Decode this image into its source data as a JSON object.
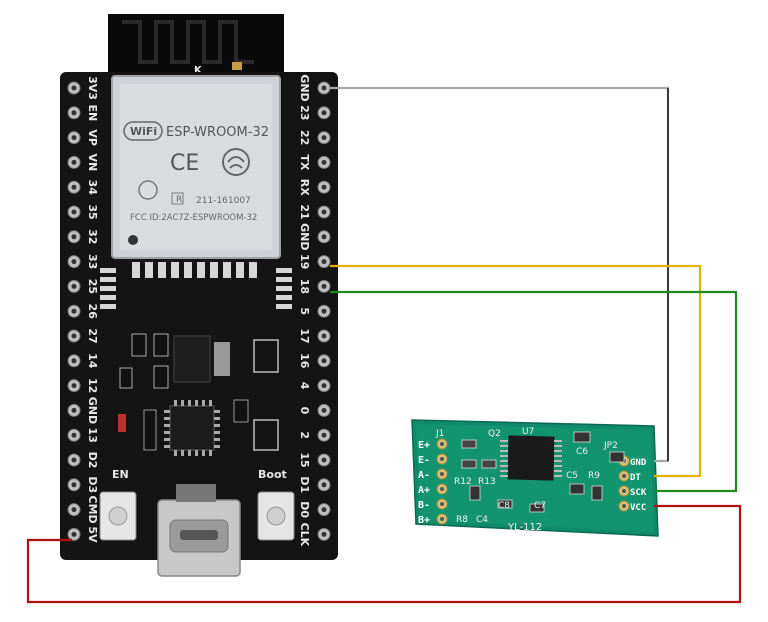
{
  "esp32": {
    "module_name": "ESP-WROOM-32",
    "wifi_logo": "WiFi",
    "ce_mark": "CE",
    "cert_code": "211-161007",
    "fcc_id": "FCC ID:2AC7Z-ESPWROOM-32",
    "r_mark": "R",
    "k_mark": "K",
    "left_pins": [
      "3V3",
      "EN",
      "VP",
      "VN",
      "34",
      "35",
      "32",
      "33",
      "25",
      "26",
      "27",
      "14",
      "12",
      "GND",
      "13",
      "D2",
      "D3",
      "CMD",
      "5V"
    ],
    "right_pins": [
      "GND",
      "23",
      "22",
      "TX",
      "RX",
      "21",
      "GND",
      "19",
      "18",
      "5",
      "17",
      "16",
      "4",
      "0",
      "2",
      "15",
      "D1",
      "D0",
      "CLK"
    ],
    "en_label": "EN",
    "boot_label": "Boot"
  },
  "hx711": {
    "left_labels": [
      "E+",
      "E-",
      "A-",
      "A+",
      "B-",
      "B+"
    ],
    "right_labels": [
      "GND",
      "DT",
      "SCK",
      "VCC"
    ],
    "model": "YL-112",
    "components": [
      "J1",
      "Q2",
      "U7",
      "C6",
      "JP2",
      "R12",
      "R13",
      "C5",
      "R9",
      "R8",
      "C4",
      "C8",
      "C7"
    ]
  },
  "colors": {
    "board": "#141414",
    "hx_board": "#0f8a6a",
    "gnd_wire": "#a8a8a8",
    "dt_wire": "#e0b400",
    "sck_wire": "#1e8a1e",
    "vcc_wire": "#b01010"
  }
}
